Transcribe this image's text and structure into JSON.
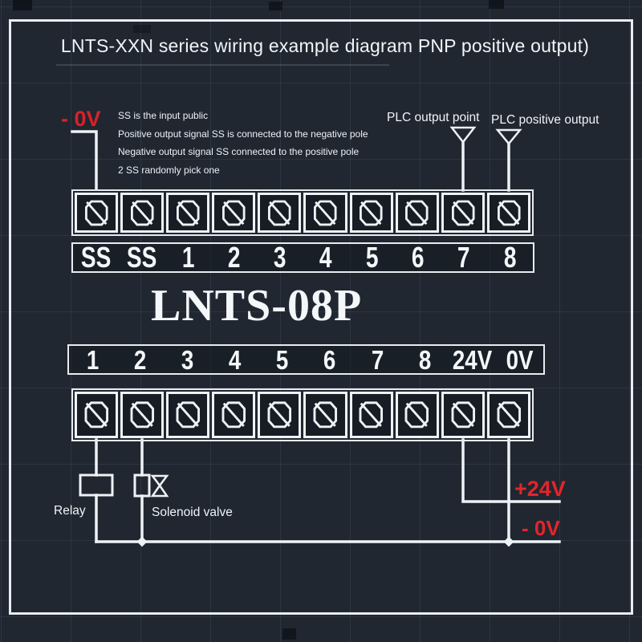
{
  "header": {
    "title": "LNTS-XXN series wiring example diagram PNP positive output)",
    "notes": [
      "SS is the input public",
      "Positive output signal SS is connected to the negative pole",
      "Negative output signal SS connected to the positive pole",
      "2 SS randomly pick one"
    ]
  },
  "power_labels": {
    "input_common": "- 0V",
    "output_plus": "+24V",
    "output_minus": "- 0V"
  },
  "plc_labels": {
    "output_point": "PLC output point",
    "positive_output": "PLC positive output"
  },
  "module": {
    "name": "LNTS-08P",
    "terminals_per_row": 10,
    "input_row_labels": [
      "SS",
      "SS",
      "1",
      "2",
      "3",
      "4",
      "5",
      "6",
      "7",
      "8"
    ],
    "output_row_labels": [
      "1",
      "2",
      "3",
      "4",
      "5",
      "6",
      "7",
      "8",
      "24V",
      "0V"
    ]
  },
  "loads": {
    "relay": "Relay",
    "solenoid_valve": "Solenoid valve"
  },
  "icons": {
    "screw_terminal": "circle-slash",
    "plc_arrow": "open-triangle-down",
    "junction": "diamond-node"
  },
  "colors": {
    "accent_red": "#d7222a",
    "wire_white": "#eef2f6",
    "canvas_background": "#202731",
    "grid_line": "#2a323c"
  }
}
